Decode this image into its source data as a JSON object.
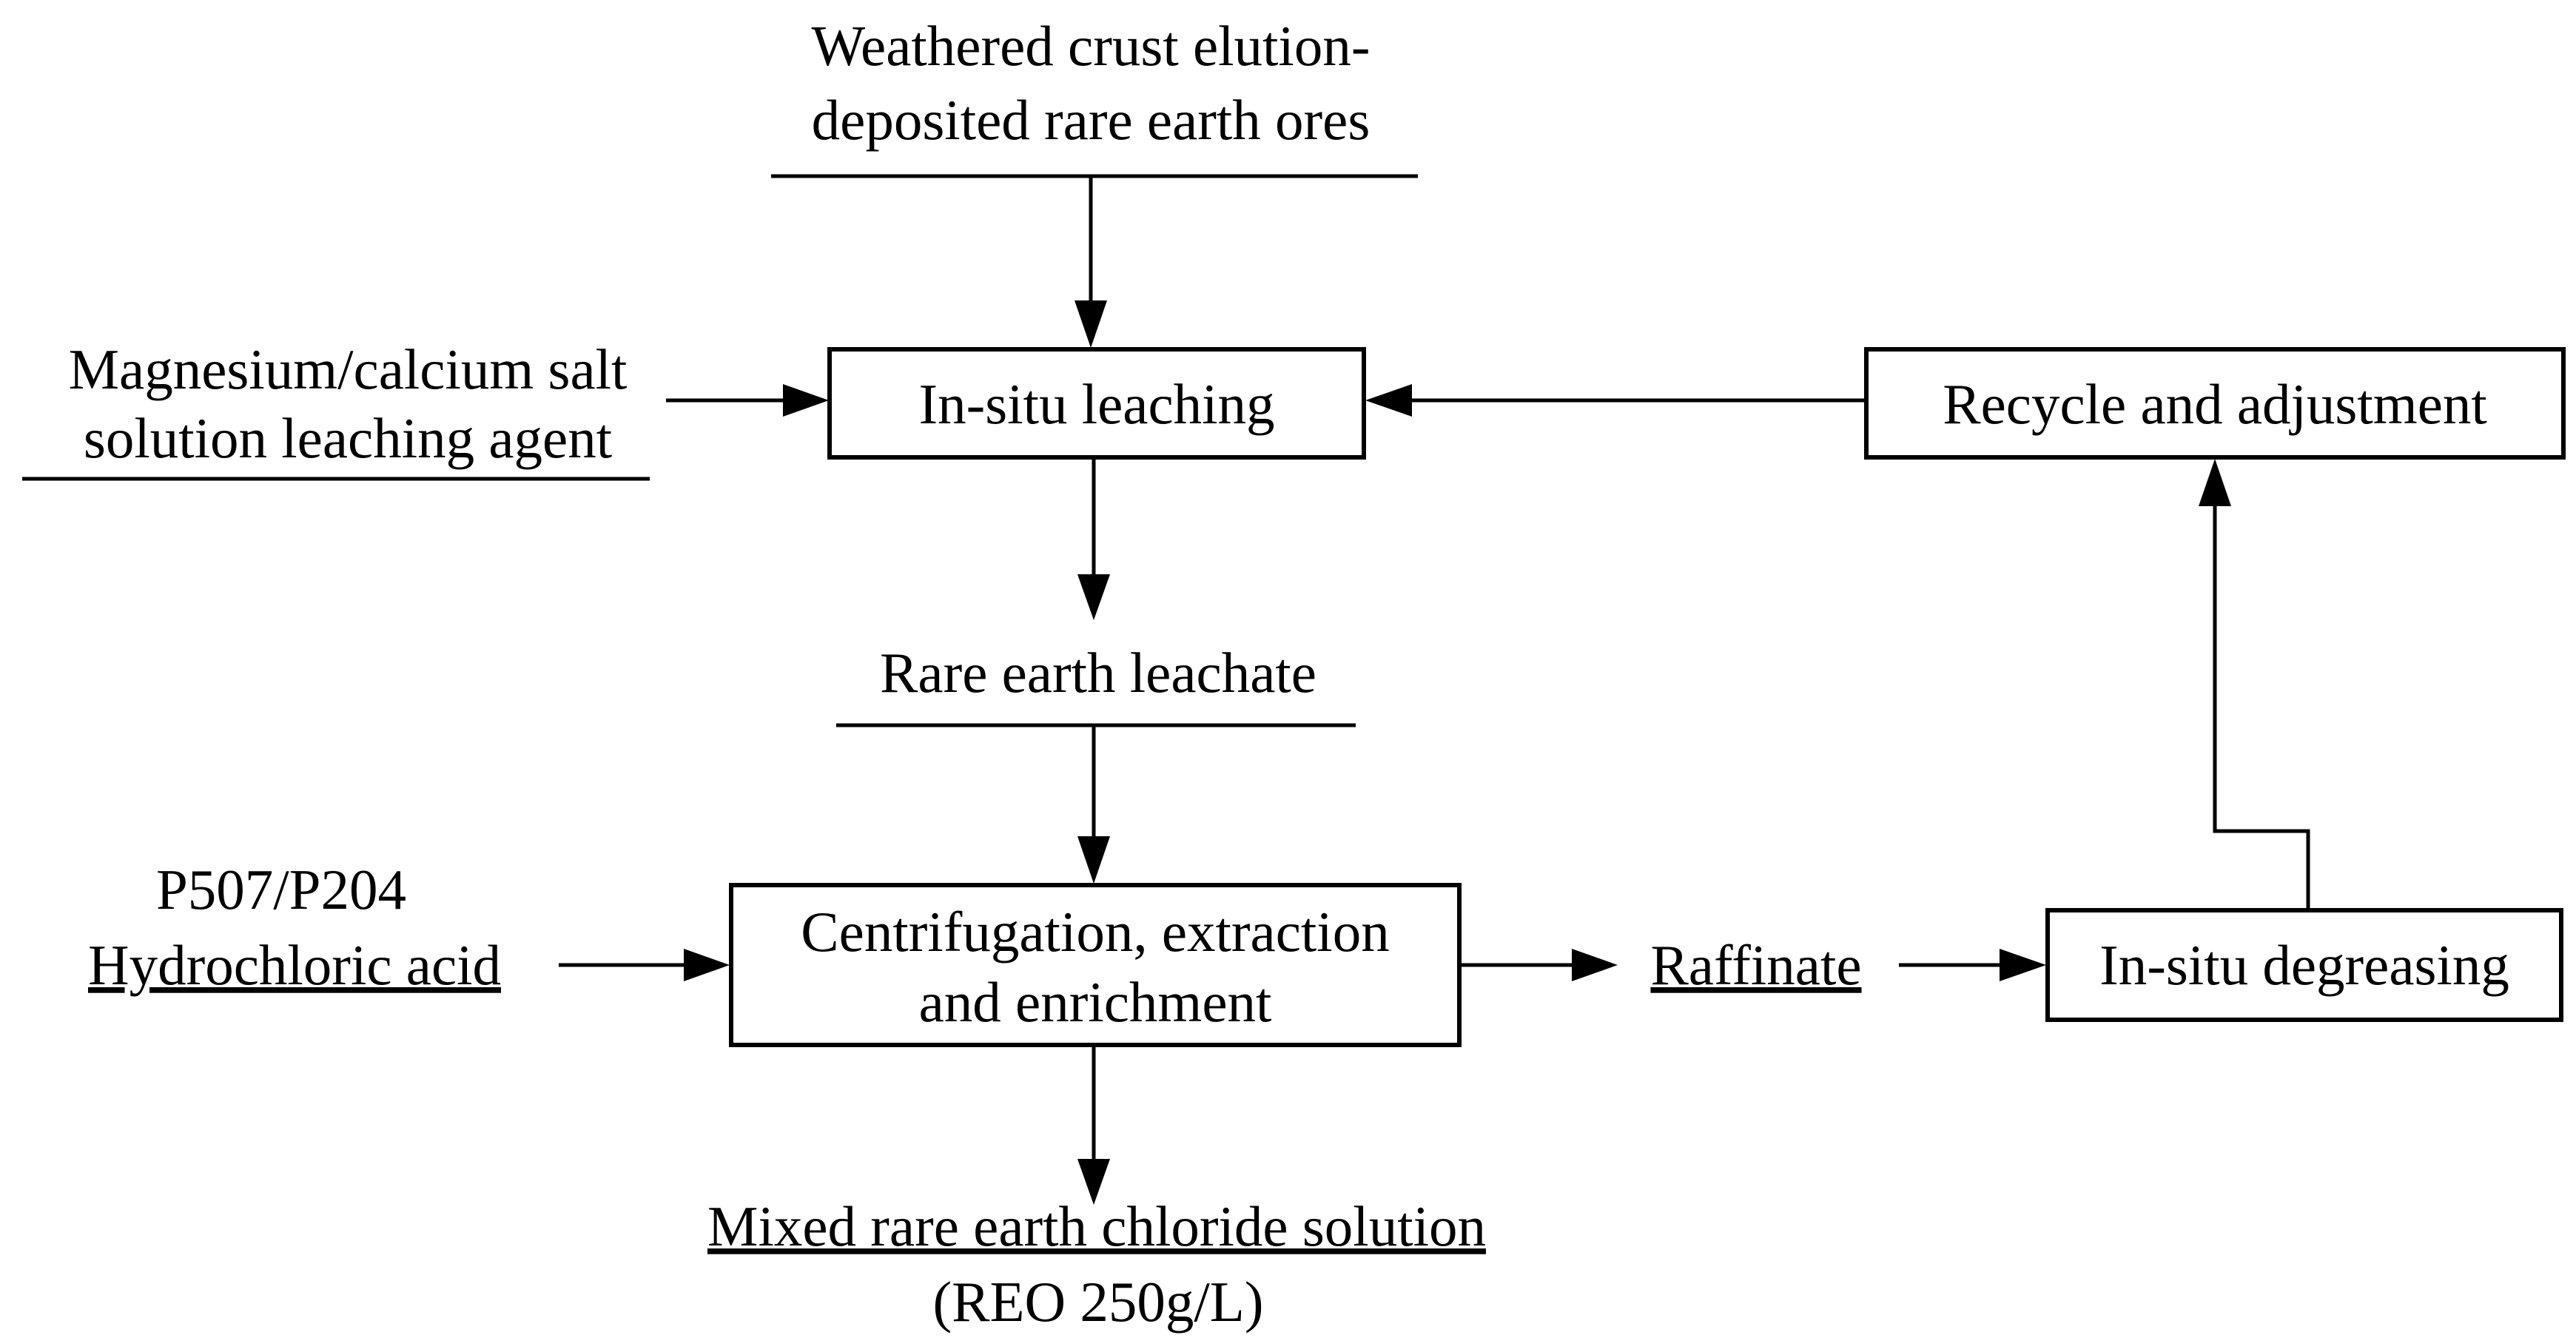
{
  "nodes": {
    "ore": {
      "line1": "Weathered crust elution-",
      "line2": "deposited rare earth ores"
    },
    "leaching_agent": {
      "line1": "Magnesium/calcium salt",
      "line2": "solution leaching agent"
    },
    "in_situ_leaching": {
      "label": "In-situ leaching"
    },
    "recycle": {
      "label": "Recycle and adjustment"
    },
    "leachate": {
      "label": "Rare earth leachate"
    },
    "reagents": {
      "line1": "P507/P204",
      "line2": "Hydrochloric acid"
    },
    "centrifugation": {
      "line1": "Centrifugation, extraction",
      "line2": "and enrichment"
    },
    "raffinate": {
      "label": "Raffinate"
    },
    "degreasing": {
      "label": "In-situ degreasing"
    },
    "product": {
      "line1": "Mixed rare earth chloride solution",
      "line2": "(REO 250g/L)"
    }
  },
  "edges": [
    {
      "from": "ore",
      "to": "in_situ_leaching"
    },
    {
      "from": "leaching_agent",
      "to": "in_situ_leaching"
    },
    {
      "from": "recycle",
      "to": "in_situ_leaching"
    },
    {
      "from": "in_situ_leaching",
      "to": "leachate"
    },
    {
      "from": "leachate",
      "to": "centrifugation"
    },
    {
      "from": "reagents",
      "to": "centrifugation"
    },
    {
      "from": "centrifugation",
      "to": "raffinate"
    },
    {
      "from": "raffinate",
      "to": "degreasing"
    },
    {
      "from": "degreasing",
      "to": "recycle"
    },
    {
      "from": "centrifugation",
      "to": "product"
    }
  ],
  "colors": {
    "ink": "#000000",
    "background": "#ffffff"
  }
}
